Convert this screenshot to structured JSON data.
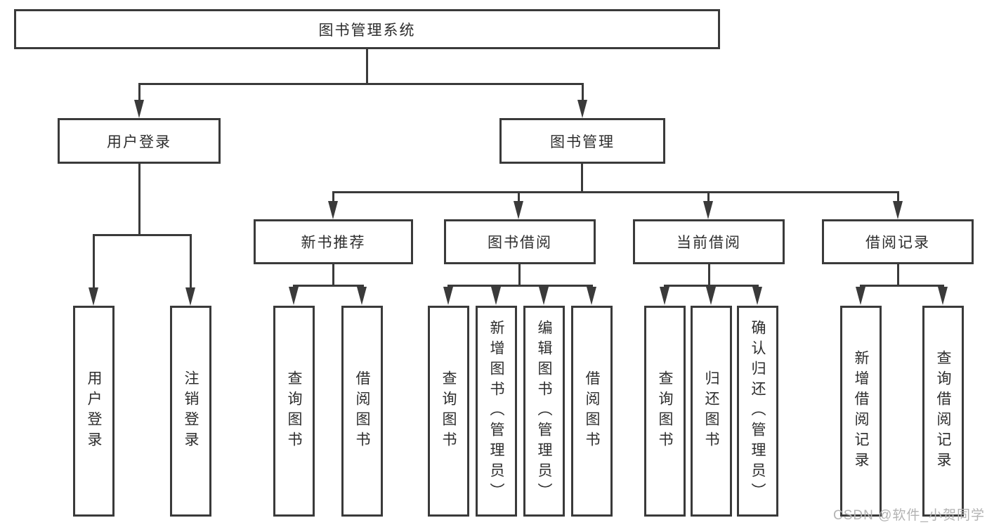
{
  "diagram": {
    "root": {
      "label": "图书管理系统"
    },
    "level1": [
      {
        "label": "用户登录"
      },
      {
        "label": "图书管理"
      }
    ],
    "level2": [
      {
        "label": "新书推荐"
      },
      {
        "label": "图书借阅"
      },
      {
        "label": "当前借阅"
      },
      {
        "label": "借阅记录"
      }
    ],
    "leaves": {
      "user_login": [
        "用户登录",
        "注销登录"
      ],
      "new_book_recommend": [
        "查询图书",
        "借阅图书"
      ],
      "book_borrow": [
        "查询图书",
        "新增图书（管理员）",
        "编辑图书（管理员）",
        "借阅图书"
      ],
      "current_borrow": [
        "查询图书",
        "归还图书",
        "确认归还（管理员）"
      ],
      "borrow_records": [
        "新增借阅记录",
        "查询借阅记录"
      ]
    }
  },
  "watermark": {
    "text": "CSDN @软件_小贺同学"
  },
  "colors": {
    "line": "#3a3a3a",
    "text": "#2d2d2d",
    "background": "#ffffff",
    "watermark": "#b3b3b3"
  }
}
